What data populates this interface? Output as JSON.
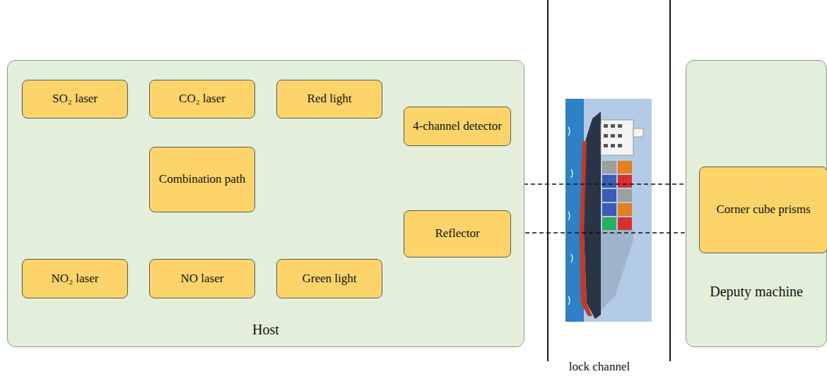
{
  "diagram": {
    "nodes": [
      {
        "text": [
          "Host"
        ]
      },
      {
        "text": [
          "SO₂ laser"
        ],
        "in": 0
      },
      {
        "text": [
          "CO₂ laser"
        ],
        "in": 0
      },
      {
        "text": [
          "Red light"
        ],
        "in": 0
      },
      {
        "text": [
          "4-channel detector"
        ],
        "in": 0
      },
      {
        "text": [
          "Combination path"
        ],
        "in": 0
      },
      {
        "text": [
          "Reflector"
        ],
        "in": 0
      },
      {
        "text": [
          "NO₂ laser"
        ],
        "in": 0
      },
      {
        "text": [
          "NO laser"
        ],
        "in": 0
      },
      {
        "text": [
          "Green light"
        ],
        "in": 0
      },
      {
        "text": [
          "Deputy machine"
        ]
      },
      {
        "text": [
          "Corner cube prisms"
        ],
        "in": 10
      }
    ],
    "edges": [
      {
        "from": 1,
        "to": 5,
        "arrow": "to"
      },
      {
        "from": 2,
        "to": 5,
        "arrow": "to"
      },
      {
        "from": 3,
        "to": 5,
        "arrow": "to"
      },
      {
        "from": 7,
        "to": 5,
        "arrow": "to"
      },
      {
        "from": 8,
        "to": 5,
        "arrow": "to"
      },
      {
        "from": 9,
        "to": 5,
        "arrow": "to"
      },
      {
        "from": 6,
        "to": 4,
        "arrow": "to"
      },
      {
        "from": 5,
        "to": 11,
        "arrow": "to"
      },
      {
        "from": 11,
        "to": 6,
        "arrow": "to"
      }
    ],
    "labels": [
      "lock channel"
    ]
  }
}
